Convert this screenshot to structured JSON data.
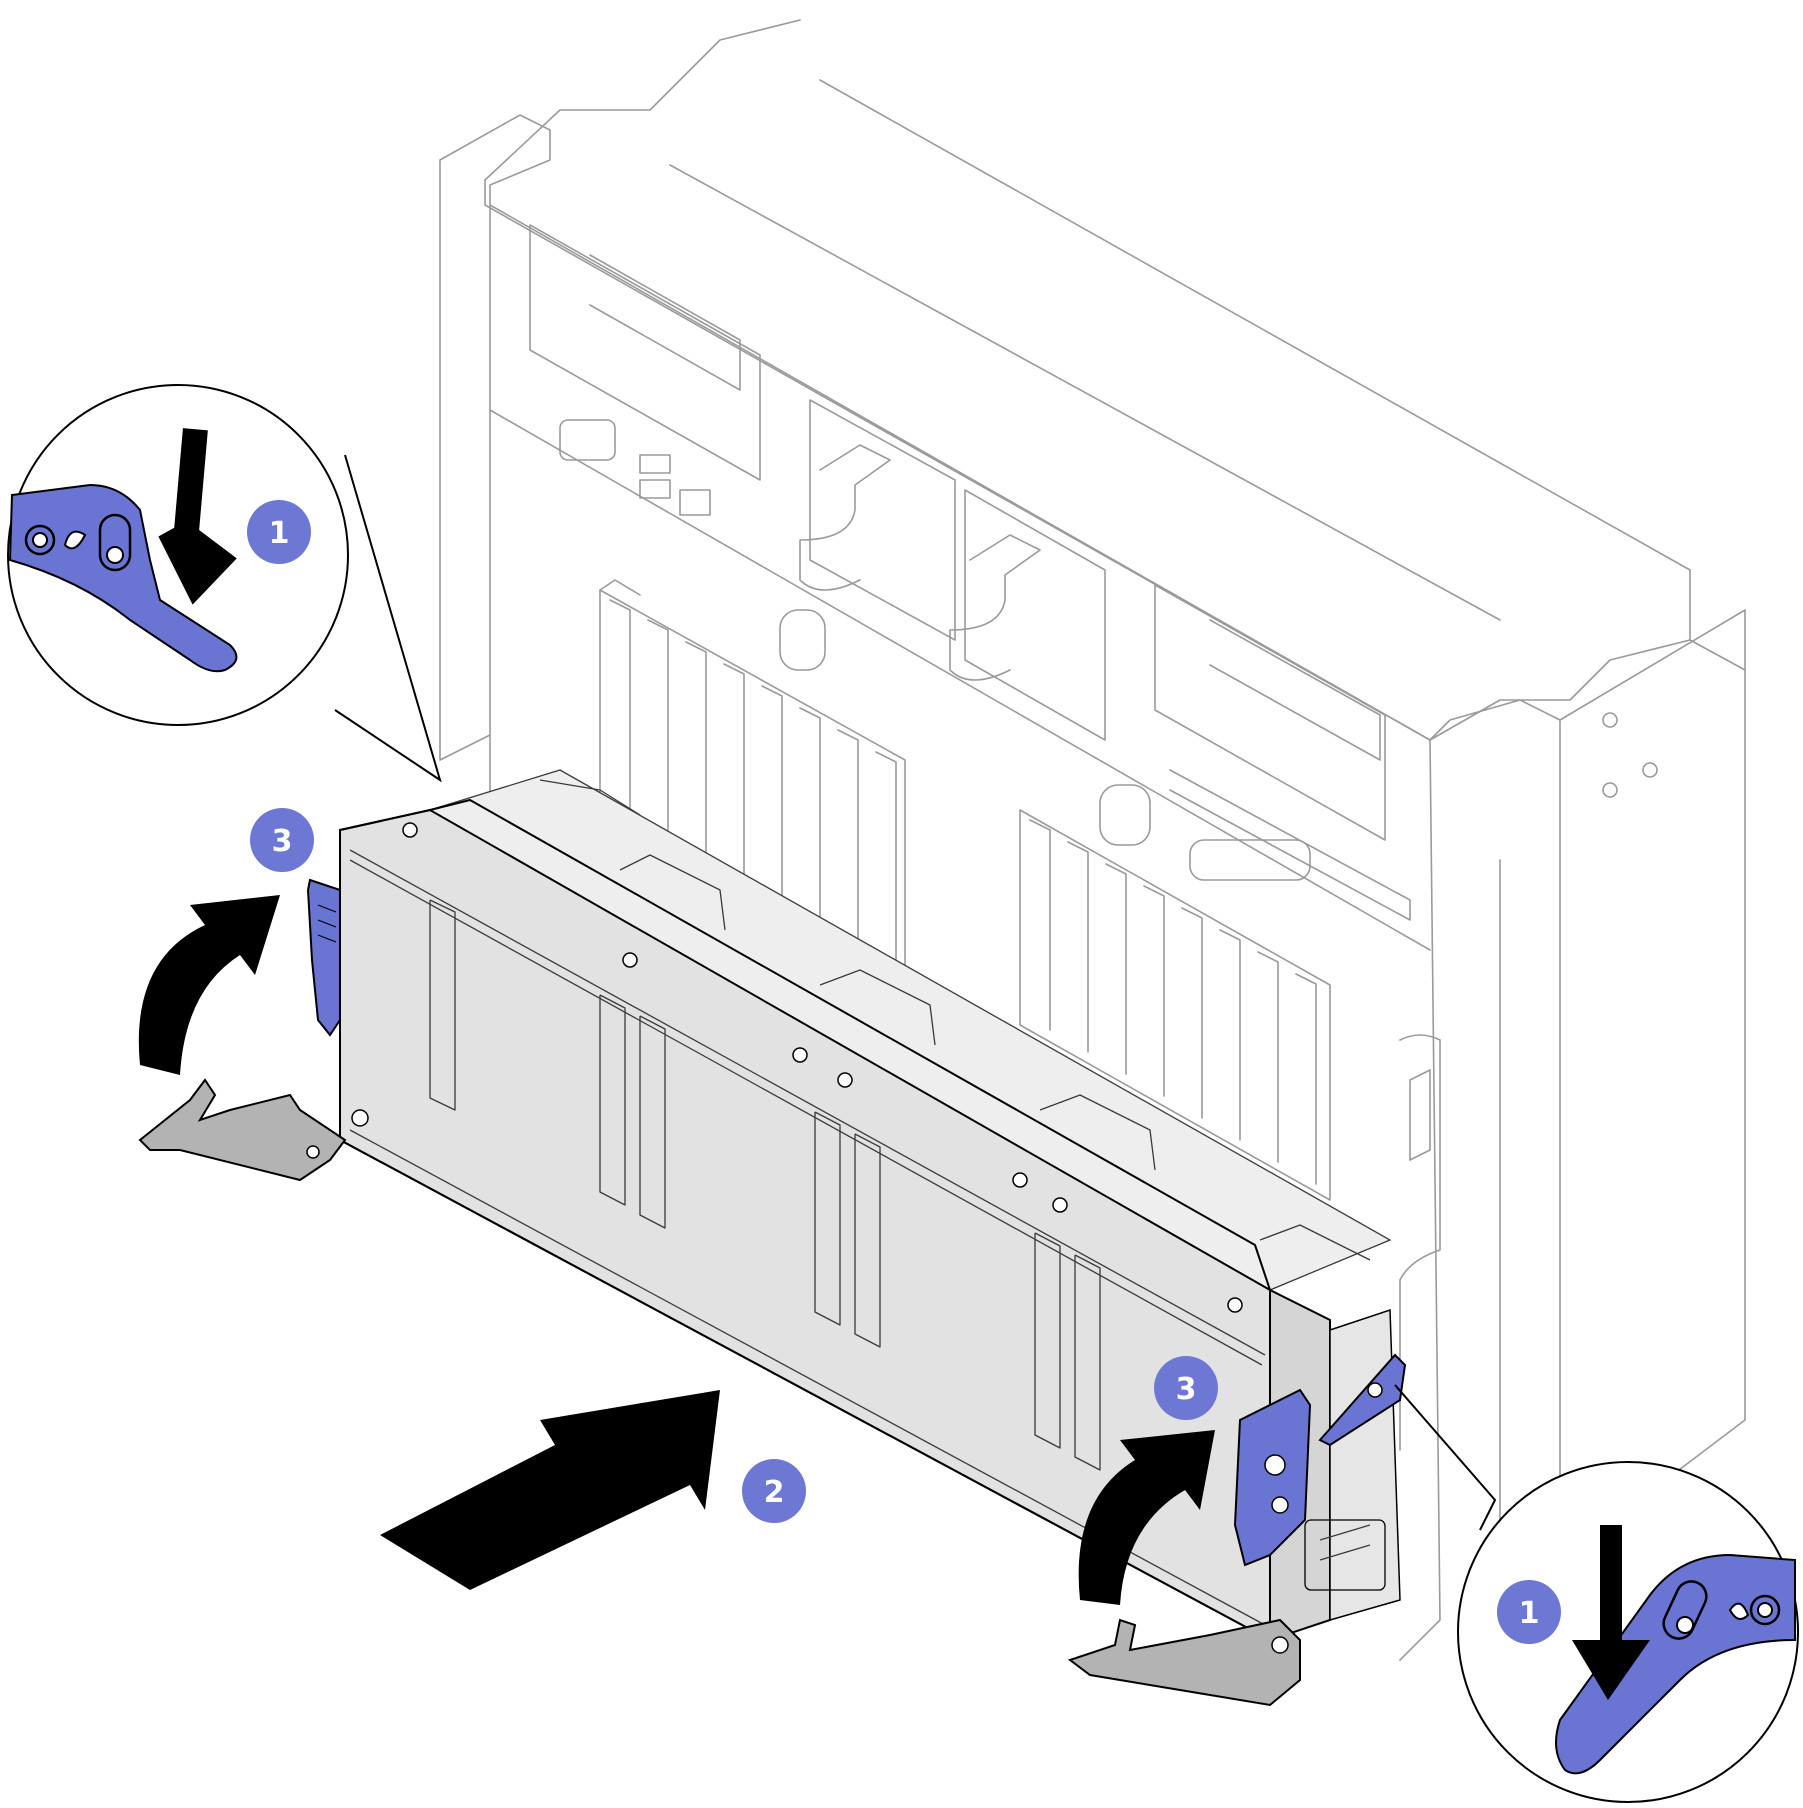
{
  "figure": {
    "callouts": [
      {
        "id": "step-1-left-zoom",
        "label": "1"
      },
      {
        "id": "step-3-left-latch",
        "label": "3"
      },
      {
        "id": "step-2-push",
        "label": "2"
      },
      {
        "id": "step-3-right-latch",
        "label": "3"
      },
      {
        "id": "step-1-right-zoom",
        "label": "1"
      }
    ]
  },
  "colors": {
    "callout_badge": "#6d78d4",
    "release_tab": "#6a74d2",
    "cage_fill": "#e2e2e2",
    "bracket_fill": "#b3b3b3",
    "chassis_line": "#9a9a9a",
    "line": "#000000"
  },
  "icons": {
    "push_arrow": "arrow-right-icon",
    "rotate_arrow": "curved-arrow-icon",
    "press_arrow": "arrow-down-icon"
  }
}
